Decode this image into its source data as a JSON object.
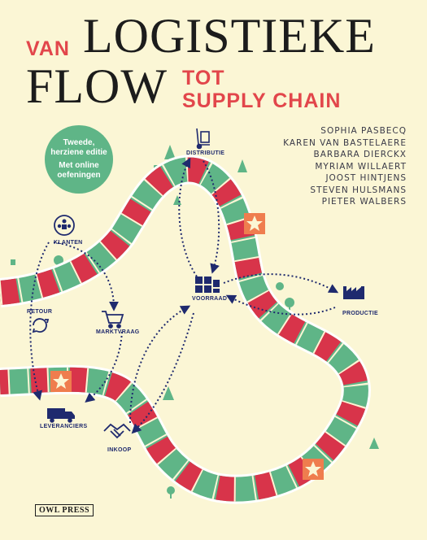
{
  "title": {
    "van": "VAN",
    "main_line1": "LOGISTIEKE",
    "main_line2": "FLOW",
    "tot": "TOT",
    "subtitle": "SUPPLY CHAIN"
  },
  "badge": {
    "line1": "Tweede,",
    "line2": "herziene editie",
    "line3": "Met online",
    "line4": "oefeningen"
  },
  "authors": [
    "SOPHIA PASBECQ",
    "KAREN VAN BASTELAERE",
    "BARBARA DIERCKX",
    "MYRIAM WILLAERT",
    "JOOST HINTJENS",
    "STEVEN HULSMANS",
    "PIETER WALBERS"
  ],
  "diagram_labels": {
    "distributie": "DISTRIBUTIE",
    "klanten": "KLANTEN",
    "retour": "RETOUR",
    "marktvraag": "MARKTVRAAG",
    "voorraad": "VOORRAAD",
    "productie": "PRODUCTIE",
    "leveranciers": "LEVERANCIERS",
    "inkoop": "INKOOP"
  },
  "publisher": "OWL PRESS",
  "colors": {
    "background": "#fbf6d5",
    "accent_red": "#e2464b",
    "accent_green": "#5fb587",
    "icon_navy": "#1f2a6e",
    "star_orange": "#ef7d4e"
  },
  "icons": {
    "distributie": "hand-truck-icon",
    "klanten": "people-circle-icon",
    "retour": "cycle-arrows-icon",
    "marktvraag": "shopping-cart-icon",
    "voorraad": "warehouse-boxes-icon",
    "productie": "factory-icon",
    "leveranciers": "delivery-truck-icon",
    "inkoop": "handshake-icon"
  }
}
